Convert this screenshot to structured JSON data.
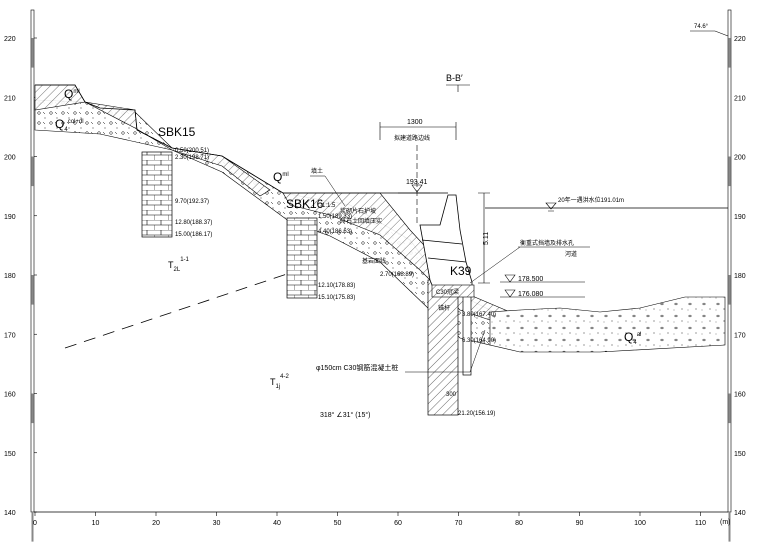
{
  "axes": {
    "y_ticks": [
      "220",
      "210",
      "200",
      "190",
      "180",
      "170",
      "160",
      "150",
      "140"
    ],
    "y_values": [
      220,
      210,
      200,
      190,
      180,
      170,
      160,
      150,
      140
    ],
    "x_ticks": [
      "0",
      "10",
      "20",
      "30",
      "40",
      "50",
      "60",
      "70",
      "80",
      "90",
      "100",
      "110"
    ],
    "x_values": [
      0,
      10,
      20,
      30,
      40,
      50,
      60,
      70,
      80,
      90,
      100,
      110
    ],
    "x_unit": "(m)"
  },
  "section_label": "B-B′",
  "bearing_label": "74.6°",
  "strata": {
    "q_ml": "Q",
    "q_ml_sup": "ml",
    "q_ml2": "Q",
    "q_ml2_sup": "ml",
    "q_col": "Q",
    "q_col_sub": "4",
    "q_col_sup": "col+dl",
    "q_al": "Q",
    "q_al_sub": "4",
    "q_al_sup": "al",
    "t_upper": "T",
    "t_upper_sub": "2L",
    "t_upper_sup": "1-1",
    "t_lower": "T",
    "t_lower_sub": "1j",
    "t_lower_sup": "4-2"
  },
  "boreholes": [
    {
      "name": "SBK15",
      "depths": [
        "0.50(200.51)",
        "2.30(198.71)",
        "9.70(192.37)",
        "12.80(188.37)",
        "15.00(186.17)"
      ]
    },
    {
      "name": "SBK16",
      "depths": [
        "1.50(189.33)",
        "4.40(186.63)",
        "12.10(178.83)",
        "15.10(175.83)"
      ]
    },
    {
      "name": "K39",
      "depths": [
        "2.70(168.89)",
        "3.80(167.40)",
        "6.30(164.90)",
        "21.20(156.19)"
      ]
    }
  ],
  "annotations": {
    "width_dim": "1300",
    "road_label": "拟建道路边线",
    "elev_top": "193.41",
    "fill_label": "填土",
    "slope_ratio": "1:1.5",
    "note1": "浆砌片石护坡",
    "note2": "碎石土回填压实",
    "note3": "基岩面线",
    "height_dim": "5.11",
    "wall_label": "衡重式挡墙及排水孔",
    "river_label": "河道",
    "flood_label": "20年一遇洪水位191.01m",
    "elev_1": "178.500",
    "elev_2": "176.080",
    "cap_label": "C30冠梁",
    "pile_note": "锚杆",
    "pile_label": "φ150cm C30钢筋混凝土桩",
    "pile_dim": "300",
    "attitude": "318° ∠31° (15°)"
  }
}
